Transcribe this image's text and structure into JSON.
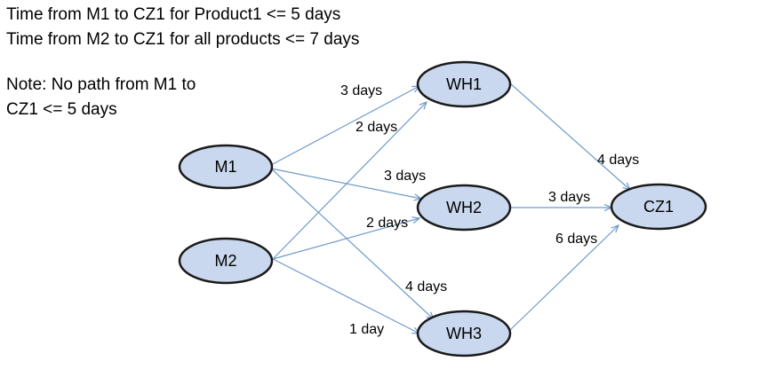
{
  "header": {
    "line1": "Time from M1 to CZ1 for Product1 <= 5 days",
    "line2": "Time from M2 to CZ1 for all products <= 7 days"
  },
  "note": {
    "line1": "Note: No path from M1 to",
    "line2": "CZ1 <= 5 days"
  },
  "colors": {
    "node_fill": "#c9d8ee",
    "node_stroke": "#1a1a1a",
    "edge": "#6f9bcb"
  },
  "nodes": [
    {
      "id": "M1",
      "label": "M1"
    },
    {
      "id": "M2",
      "label": "M2"
    },
    {
      "id": "WH1",
      "label": "WH1"
    },
    {
      "id": "WH2",
      "label": "WH2"
    },
    {
      "id": "WH3",
      "label": "WH3"
    },
    {
      "id": "CZ1",
      "label": "CZ1"
    }
  ],
  "edges": [
    {
      "from": "M1",
      "to": "WH1",
      "label": "3 days"
    },
    {
      "from": "M2",
      "to": "WH1",
      "label": "2 days"
    },
    {
      "from": "M1",
      "to": "WH2",
      "label": "3 days"
    },
    {
      "from": "M2",
      "to": "WH2",
      "label": "2 days"
    },
    {
      "from": "M1",
      "to": "WH3",
      "label": "4 days"
    },
    {
      "from": "M2",
      "to": "WH3",
      "label": "1 day"
    },
    {
      "from": "WH1",
      "to": "CZ1",
      "label": "4 days"
    },
    {
      "from": "WH2",
      "to": "CZ1",
      "label": "3 days"
    },
    {
      "from": "WH3",
      "to": "CZ1",
      "label": "6 days"
    }
  ]
}
